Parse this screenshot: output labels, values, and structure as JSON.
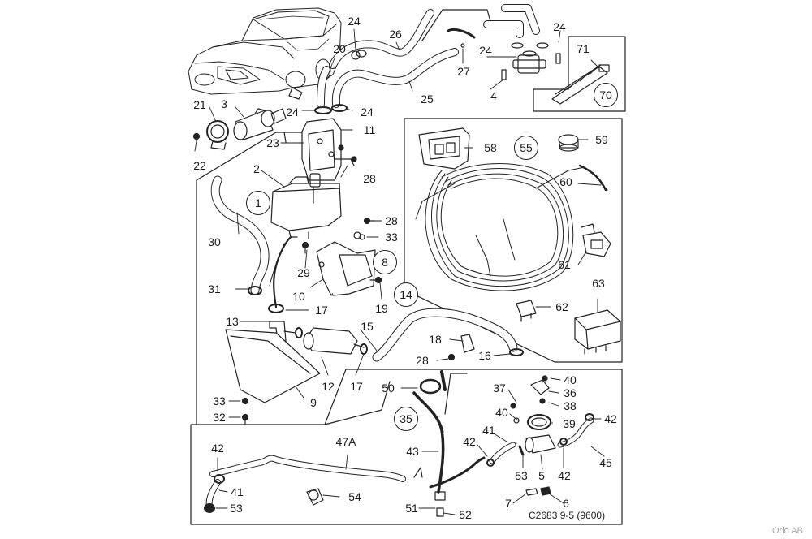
{
  "diagram": {
    "code": "C2683 9-5 (9600)",
    "copyright": "Orio AB",
    "part_labels": [
      {
        "id": "p24a",
        "text": "24"
      },
      {
        "id": "p26",
        "text": "26"
      },
      {
        "id": "p24b",
        "text": "24"
      },
      {
        "id": "p20",
        "text": "20"
      },
      {
        "id": "p24c",
        "text": "24"
      },
      {
        "id": "p27",
        "text": "27"
      },
      {
        "id": "p25",
        "text": "25"
      },
      {
        "id": "p4",
        "text": "4"
      },
      {
        "id": "p71",
        "text": "71"
      },
      {
        "id": "p21",
        "text": "21"
      },
      {
        "id": "p3",
        "text": "3"
      },
      {
        "id": "p24d",
        "text": "24"
      },
      {
        "id": "p24e",
        "text": "24"
      },
      {
        "id": "p11",
        "text": "11"
      },
      {
        "id": "p22",
        "text": "22"
      },
      {
        "id": "p23",
        "text": "23"
      },
      {
        "id": "p28a",
        "text": "28"
      },
      {
        "id": "p2",
        "text": "2"
      },
      {
        "id": "p58",
        "text": "58"
      },
      {
        "id": "p59",
        "text": "59"
      },
      {
        "id": "p60",
        "text": "60"
      },
      {
        "id": "p30",
        "text": "30"
      },
      {
        "id": "p28b",
        "text": "28"
      },
      {
        "id": "p33a",
        "text": "33"
      },
      {
        "id": "p29",
        "text": "29"
      },
      {
        "id": "p61",
        "text": "61"
      },
      {
        "id": "p10",
        "text": "10"
      },
      {
        "id": "p31",
        "text": "31"
      },
      {
        "id": "p19",
        "text": "19"
      },
      {
        "id": "p63",
        "text": "63"
      },
      {
        "id": "p62",
        "text": "62"
      },
      {
        "id": "p17a",
        "text": "17"
      },
      {
        "id": "p13",
        "text": "13"
      },
      {
        "id": "p15",
        "text": "15"
      },
      {
        "id": "p18",
        "text": "18"
      },
      {
        "id": "p28c",
        "text": "28"
      },
      {
        "id": "p16",
        "text": "16"
      },
      {
        "id": "p12",
        "text": "12"
      },
      {
        "id": "p17b",
        "text": "17"
      },
      {
        "id": "p9",
        "text": "9"
      },
      {
        "id": "p50",
        "text": "50"
      },
      {
        "id": "p40a",
        "text": "40"
      },
      {
        "id": "p37",
        "text": "37"
      },
      {
        "id": "p36",
        "text": "36"
      },
      {
        "id": "p38",
        "text": "38"
      },
      {
        "id": "p33b",
        "text": "33"
      },
      {
        "id": "p32",
        "text": "32"
      },
      {
        "id": "p42a",
        "text": "42"
      },
      {
        "id": "p40b",
        "text": "40"
      },
      {
        "id": "p39",
        "text": "39"
      },
      {
        "id": "p41a",
        "text": "41"
      },
      {
        "id": "p42b",
        "text": "42"
      },
      {
        "id": "p47A",
        "text": "47A"
      },
      {
        "id": "p43",
        "text": "43"
      },
      {
        "id": "p53a",
        "text": "53"
      },
      {
        "id": "p5",
        "text": "5"
      },
      {
        "id": "p42c",
        "text": "42"
      },
      {
        "id": "p45",
        "text": "45"
      },
      {
        "id": "p42d",
        "text": "42"
      },
      {
        "id": "p41b",
        "text": "41"
      },
      {
        "id": "p54",
        "text": "54"
      },
      {
        "id": "p53b",
        "text": "53"
      },
      {
        "id": "p51",
        "text": "51"
      },
      {
        "id": "p52",
        "text": "52"
      },
      {
        "id": "p7",
        "text": "7"
      },
      {
        "id": "p6",
        "text": "6"
      }
    ],
    "circled_labels": [
      {
        "id": "c70",
        "text": "70"
      },
      {
        "id": "c55",
        "text": "55"
      },
      {
        "id": "c1",
        "text": "1"
      },
      {
        "id": "c8",
        "text": "8"
      },
      {
        "id": "c14",
        "text": "14"
      },
      {
        "id": "c35",
        "text": "35"
      }
    ]
  }
}
